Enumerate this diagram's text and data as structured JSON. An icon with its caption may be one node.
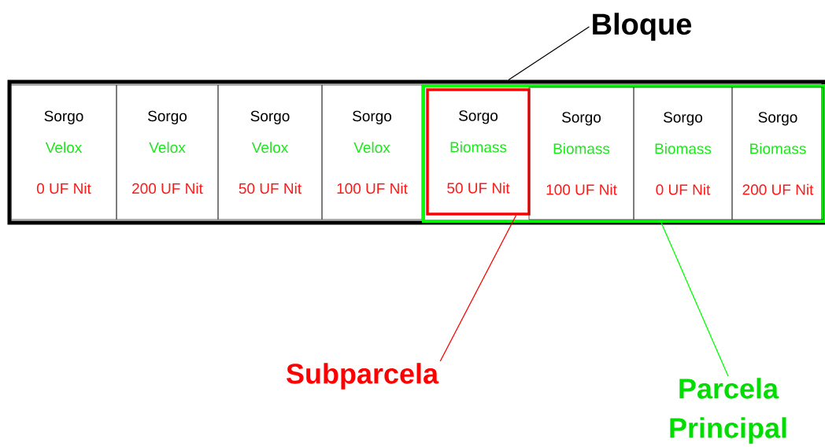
{
  "diagram": {
    "nodes": [
      {
        "text": [
          "Bloque"
        ]
      },
      {
        "text": [],
        "shape": "box"
      },
      {
        "text": [
          "Sorgo",
          "Velox",
          "0 UF Nit"
        ],
        "in": 1
      },
      {
        "text": [
          "Sorgo",
          "Velox",
          "200 UF Nit"
        ],
        "in": 1
      },
      {
        "text": [
          "Sorgo",
          "Velox",
          "50 UF Nit"
        ],
        "in": 1
      },
      {
        "text": [
          "Sorgo",
          "Velox",
          "100 UF Nit"
        ],
        "in": 1
      },
      {
        "text": [],
        "shape": "box",
        "in": 1
      },
      {
        "text": [
          "Sorgo",
          "Biomass",
          "50 UF Nit"
        ],
        "in": 6
      },
      {
        "text": [
          "Sorgo",
          "Biomass",
          "100 UF Nit"
        ],
        "in": 6
      },
      {
        "text": [
          "Sorgo",
          "Biomass",
          "0 UF Nit"
        ],
        "in": 6
      },
      {
        "text": [
          "Sorgo",
          "Biomass",
          "200 UF Nit"
        ],
        "in": 6
      },
      {
        "text": [
          "Subparcela"
        ]
      },
      {
        "text": [
          "Parcela Principal"
        ]
      }
    ],
    "edges": [
      {
        "from": 0,
        "to": 1,
        "arrow": "none"
      },
      {
        "from": 11,
        "to": 7,
        "arrow": "none",
        "color": "#ff0000"
      },
      {
        "from": 12,
        "to": 6,
        "arrow": "none",
        "color": "#00ff00"
      }
    ]
  }
}
